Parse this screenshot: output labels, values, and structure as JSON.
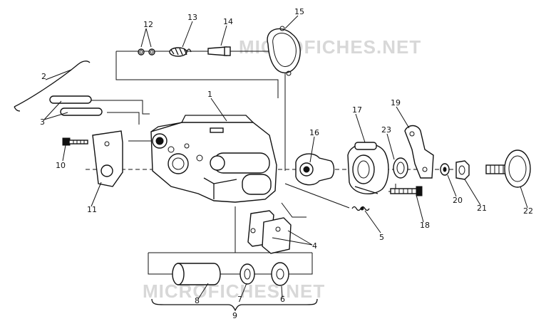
{
  "watermark": {
    "text": "MICROFICHES.NET"
  },
  "callouts": {
    "p1": "1",
    "p2": "2",
    "p3": "3",
    "p4": "4",
    "p5": "5",
    "p6": "6",
    "p7": "7",
    "p8": "8",
    "p9": "9",
    "p10": "10",
    "p11": "11",
    "p12": "12",
    "p13": "13",
    "p14": "14",
    "p15": "15",
    "p16": "16",
    "p17": "17",
    "p18": "18",
    "p19": "19",
    "p20": "20",
    "p21": "21",
    "p22": "22",
    "p23": "23"
  }
}
